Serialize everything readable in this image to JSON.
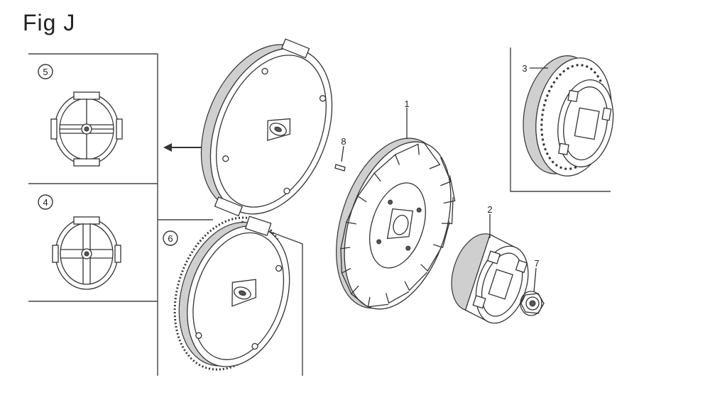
{
  "figure": {
    "title": "Fig J"
  },
  "callouts": {
    "c1": "1",
    "c2": "2",
    "c3": "3",
    "c4": "4",
    "c5": "5",
    "c6": "6",
    "c7": "7",
    "c8": "8"
  }
}
